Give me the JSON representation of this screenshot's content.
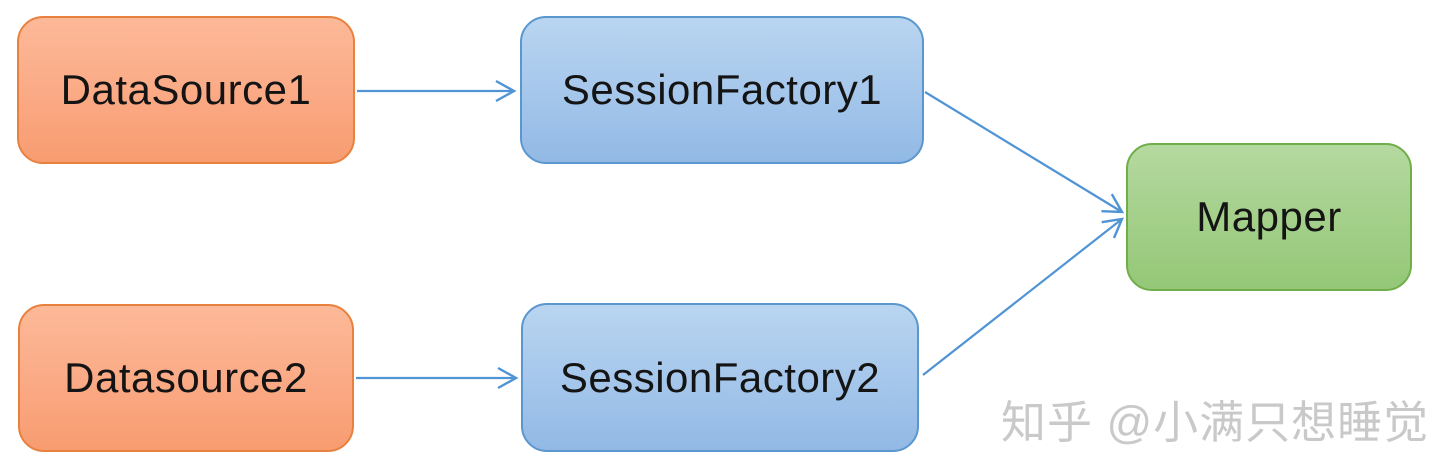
{
  "diagram": {
    "nodes": [
      {
        "id": "datasource1",
        "label": "DataSource1",
        "color_role": "orange"
      },
      {
        "id": "sessionfactory1",
        "label": "SessionFactory1",
        "color_role": "blue"
      },
      {
        "id": "mapper",
        "label": "Mapper",
        "color_role": "green"
      },
      {
        "id": "datasource2",
        "label": "Datasource2",
        "color_role": "orange"
      },
      {
        "id": "sessionfactory2",
        "label": "SessionFactory2",
        "color_role": "blue"
      }
    ],
    "edges": [
      {
        "from": "DataSource1",
        "to": "SessionFactory1"
      },
      {
        "from": "Datasource2",
        "to": "SessionFactory2"
      },
      {
        "from": "SessionFactory1",
        "to": "Mapper"
      },
      {
        "from": "SessionFactory2",
        "to": "Mapper"
      }
    ],
    "colors": {
      "orange_fill_top": "#fcb998",
      "orange_fill_bottom": "#f89c71",
      "orange_border": "#e9813e",
      "blue_fill_top": "#b9d5f0",
      "blue_fill_bottom": "#92b9e5",
      "blue_border": "#5b97ce",
      "green_fill_top": "#b5d9a0",
      "green_fill_bottom": "#94c777",
      "green_border": "#6fae4a",
      "arrow": "#5094d5",
      "label_text": "#141414"
    }
  },
  "watermark": {
    "text": "知乎 @小满只想睡觉",
    "color": "#c9c9c9"
  }
}
